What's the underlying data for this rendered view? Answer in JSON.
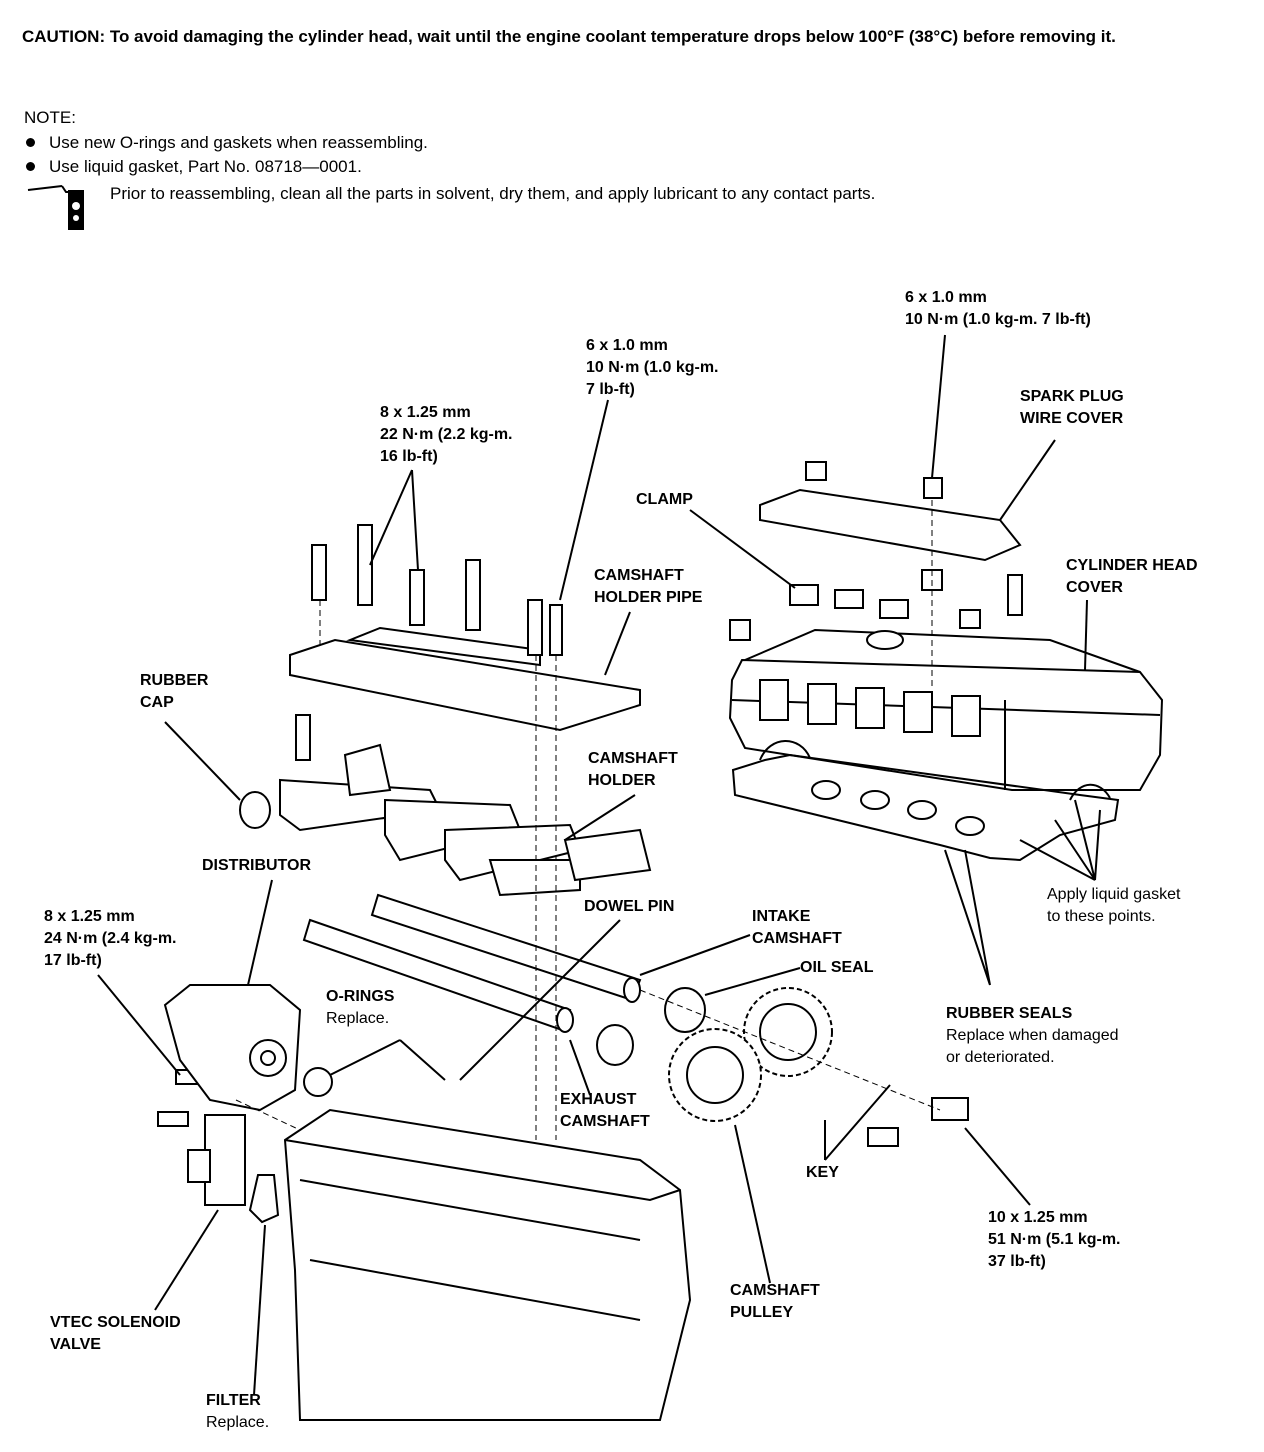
{
  "caution": "CAUTION:  To avoid damaging the cylinder head, wait until the engine coolant temperature drops below 100°F (38°C) before removing it.",
  "note": {
    "heading": "NOTE:",
    "items": [
      "Use new O-rings and gaskets when reassembling.",
      "Use liquid gasket, Part No. 08718—0001."
    ],
    "lubricant": "Prior to reassembling, clean all the parts in solvent, dry them, and apply lubricant to any contact parts."
  },
  "labels": {
    "bolt_8x125_22": [
      "8 x 1.25 mm",
      "22 N·m (2.2 kg-m.",
      "16 lb-ft)"
    ],
    "bolt_6x10_center": [
      "6 x 1.0 mm",
      "10 N·m (1.0 kg-m.",
      "7 lb-ft)"
    ],
    "bolt_6x10_top": [
      "6 x 1.0 mm",
      "10 N·m (1.0 kg-m. 7 lb-ft)"
    ],
    "spark_plug_wire_cover": [
      "SPARK PLUG",
      "WIRE COVER"
    ],
    "clamp": "CLAMP",
    "camshaft_holder_pipe": [
      "CAMSHAFT",
      "HOLDER PIPE"
    ],
    "cylinder_head_cover": [
      "CYLINDER HEAD",
      "COVER"
    ],
    "rubber_cap": [
      "RUBBER",
      "CAP"
    ],
    "camshaft_holder": [
      "CAMSHAFT",
      "HOLDER"
    ],
    "distributor": "DISTRIBUTOR",
    "apply_liquid_gasket": [
      "Apply liquid gasket",
      "to these points."
    ],
    "bolt_8x125_24": [
      "8 x 1.25 mm",
      "24 N·m (2.4 kg-m.",
      "17 lb-ft)"
    ],
    "dowel_pin": "DOWEL PIN",
    "intake_camshaft": [
      "INTAKE",
      "CAMSHAFT"
    ],
    "oil_seal": "OIL SEAL",
    "o_rings": {
      "name": "O-RINGS",
      "note": "Replace."
    },
    "rubber_seals": {
      "name": "RUBBER SEALS",
      "note": [
        "Replace when damaged",
        "or deteriorated."
      ]
    },
    "exhaust_camshaft": [
      "EXHAUST",
      "CAMSHAFT"
    ],
    "key": "KEY",
    "bolt_10x125_51": [
      "10 x 1.25 mm",
      "51 N·m (5.1 kg-m.",
      "37 lb-ft)"
    ],
    "camshaft_pulley": [
      "CAMSHAFT",
      "PULLEY"
    ],
    "vtec_solenoid_valve": [
      "VTEC SOLENOID",
      "VALVE"
    ],
    "filter": {
      "name": "FILTER",
      "note": "Replace."
    }
  }
}
